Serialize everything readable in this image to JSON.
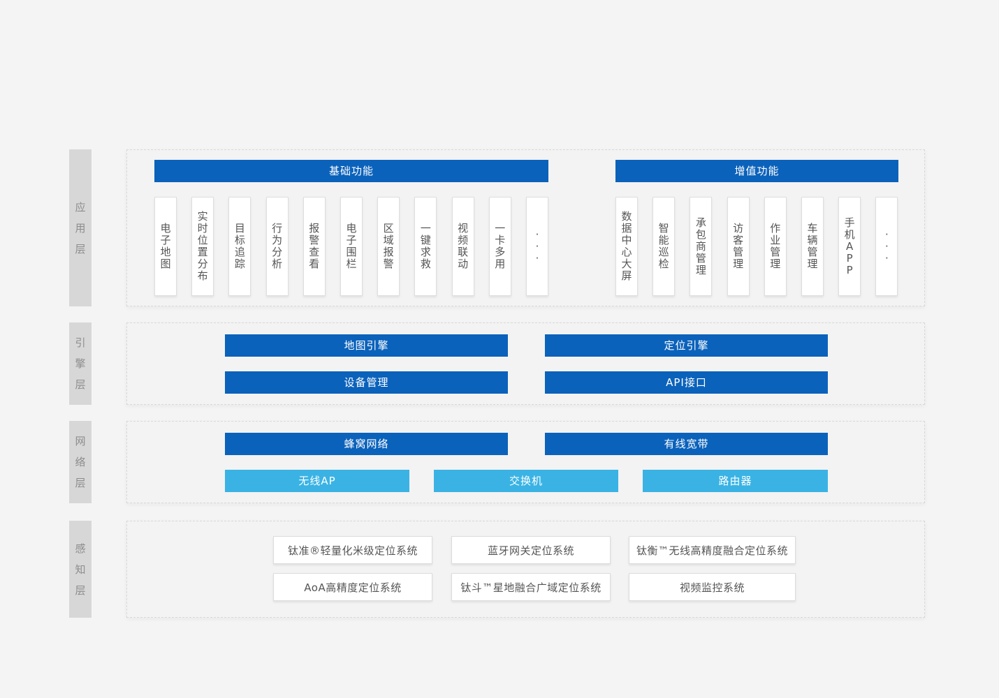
{
  "layers": {
    "application": "应用层",
    "engine": "引擎层",
    "network": "网络层",
    "perception": "感知层"
  },
  "application": {
    "basic_title": "基础功能",
    "value_title": "增值功能",
    "basic_items": [
      "电子地图",
      "实时位置分布",
      "目标追踪",
      "行为分析",
      "报警查看",
      "电子围栏",
      "区域报警",
      "一键求救",
      "视频联动",
      "一卡多用",
      "···"
    ],
    "value_items": [
      "数据中心大屏",
      "智能巡检",
      "承包商管理",
      "访客管理",
      "作业管理",
      "车辆管理",
      "手机APP",
      "···"
    ]
  },
  "engine": {
    "map_engine": "地图引擎",
    "location_engine": "定位引擎",
    "device_management": "设备管理",
    "api": "API接口"
  },
  "network": {
    "cellular": "蜂窝网络",
    "wired": "有线宽带",
    "wireless_ap": "无线AP",
    "switch": "交换机",
    "router": "路由器"
  },
  "perception": {
    "items": [
      "钛准®轻量化米级定位系统",
      "蓝牙网关定位系统",
      "钛衡™无线高精度融合定位系统",
      "AoA高精度定位系统",
      "钛斗™星地融合广域定位系统",
      "视频监控系统"
    ]
  },
  "colors": {
    "primary": "#0b62bb",
    "secondary": "#3ab3e4",
    "label_bg": "#d7d7d7"
  }
}
